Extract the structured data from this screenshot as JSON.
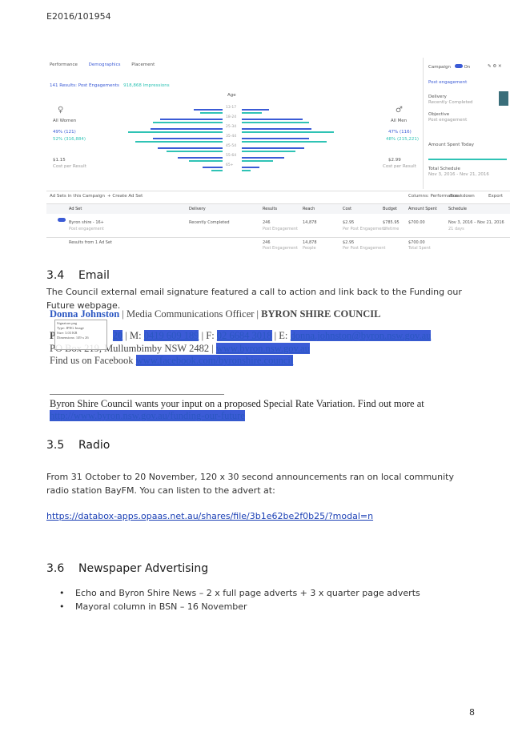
{
  "doc_ref": "E2016/101954",
  "screenshot": {
    "tabs": [
      "Performance",
      "Demographics",
      "Placement"
    ],
    "results_line": "141 Results: Post Engagements",
    "impressions_line": "918,868 Impressions",
    "age_label": "Age",
    "left_title": "All Women",
    "left_pct1": "49% (121)",
    "left_pct2": "52% (316,884)",
    "left_amount": "$1.15",
    "left_amount_label": "Cost per Result",
    "right_title": "All Men",
    "right_pct1": "47% (116)",
    "right_pct2": "48% (215,221)",
    "right_amount": "$2.99",
    "right_amount_label": "Cost per Result",
    "age_groups": [
      "13-17",
      "18-24",
      "25-34",
      "35-44",
      "45-54",
      "55-64",
      "65+"
    ],
    "campaign_label": "Campaign",
    "campaign_toggle": "On",
    "post_engagement": "Post engagement",
    "delivery_label": "Delivery",
    "delivery_value": "Recently Completed",
    "objective_label": "Objective",
    "objective_value": "Post engagement",
    "amount_spent_label": "Amount Spent Today",
    "total_schedule_label": "Total Schedule",
    "total_schedule_value": "Nov 3, 2016 - Nov 21, 2016",
    "toolbar_adsets": "Ad Sets in this Campaign",
    "toolbar_create": "+ Create Ad Set",
    "toolbar_columns": "Columns: Performance",
    "toolbar_breakdown": "Breakdown",
    "toolbar_export": "Export",
    "table_headers": [
      "Ad Set",
      "Delivery",
      "Results",
      "Reach",
      "Cost",
      "Budget",
      "Amount Spent",
      "Schedule"
    ],
    "table_row": [
      "Byron shire - 16+",
      "Recently Completed",
      "246",
      "14,878",
      "$2.95",
      "$785.95",
      "$700.00",
      "Nov 3, 2016 – Nov 21, 2016"
    ],
    "table_row_sub": [
      "Post engagement",
      "",
      "Post Engagement",
      "",
      "Per Post Engagement",
      "Lifetime",
      "",
      "21 days"
    ],
    "table_total": [
      "Results from 1 Ad Set",
      "",
      "246",
      "14,878",
      "$2.95",
      "",
      "$700.00",
      ""
    ],
    "table_total_sub": [
      "",
      "",
      "Post Engagement",
      "People",
      "Per Post Engagement",
      "",
      "Total Spent",
      ""
    ]
  },
  "section_email": {
    "num": "3.4",
    "title": "Email",
    "text": "The Council external email signature featured a call to action and link back to the Funding our Future webpage."
  },
  "signature": {
    "name": "Donna Johnston",
    "role": " | Media Communications Officer | ",
    "org": "BYRON SHIRE COUNCIL",
    "p_prefix": "P",
    "p_num": "20",
    "m_label": " | M: ",
    "m_num": "0419 609 189",
    "f_label": " | F: ",
    "f_num": "02 6684 3018",
    "e_label": " | E: ",
    "email": "donna.johnston@byron.nsw.gov.au",
    "po_box": "PO Box 219, Mullumbimby NSW 2482 | ",
    "website": "www.byron.nsw.gov.au",
    "facebook_label": "Find us on Facebook ",
    "facebook": "www.facebook.com/byronshire.council",
    "tooltip": "Signature.png\nType: JPEG Image\nSize: 3.03 KB\nDimensions: 149 x 26",
    "cta": "Byron Shire Council wants your input on a proposed Special Rate Variation. Find out more at",
    "cta_link": "http://www.byron.nsw.gov.au/funding-our-future"
  },
  "section_radio": {
    "num": "3.5",
    "title": "Radio",
    "text": "From 31 October to 20 November, 120 x 30 second announcements ran on local community radio station BayFM.  You can listen to the advert at:",
    "link": "https://databox-apps.opaas.net.au/shares/file/3b1e62be2f0b25/?modal=n"
  },
  "section_news": {
    "num": "3.6",
    "title": "Newspaper Advertising",
    "bullets": [
      "Echo and Byron Shire News – 2 x full page adverts + 3 x quarter page adverts",
      "Mayoral column in BSN – 16 November"
    ]
  },
  "page_number": "8"
}
